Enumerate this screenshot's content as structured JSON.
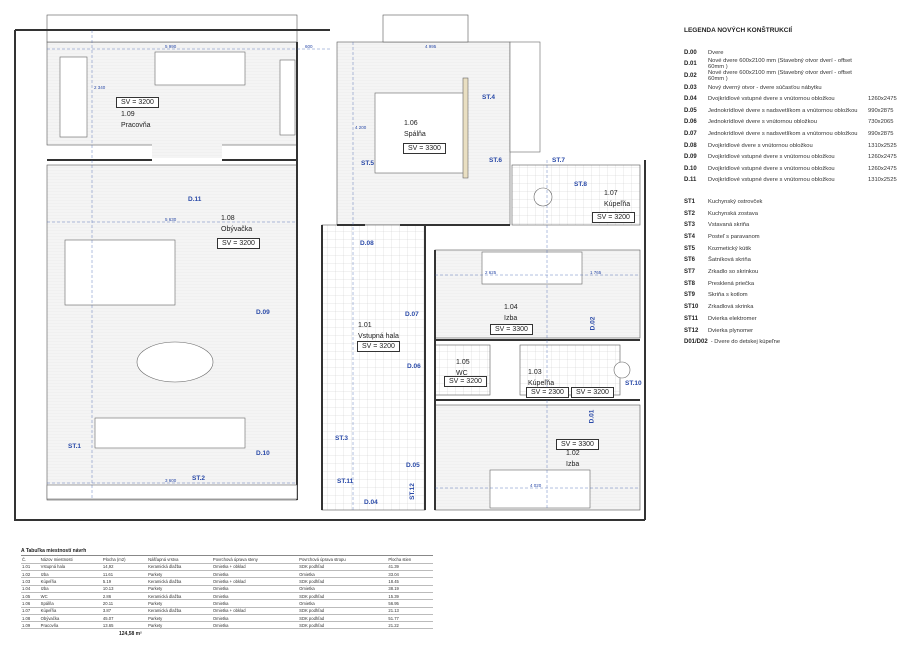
{
  "rooms": {
    "r109": {
      "num": "1.09",
      "name": "Pracovňa",
      "sv": "SV = 3200"
    },
    "r108": {
      "num": "1.08",
      "name": "Obývačka",
      "sv": "SV = 3200"
    },
    "r106": {
      "num": "1.06",
      "name": "Spálňa",
      "sv": "SV = 3300"
    },
    "r107": {
      "num": "1.07",
      "name": "Kúpeľňa",
      "sv": "SV = 3200"
    },
    "r101": {
      "num": "1.01",
      "name": "Vstupná hala",
      "sv": "SV = 3200"
    },
    "r104": {
      "num": "1.04",
      "name": "Izba",
      "sv": "SV = 3300"
    },
    "r105": {
      "num": "1.05",
      "name": "WC",
      "sv": "SV = 3200"
    },
    "r103": {
      "num": "1.03",
      "name": "Kúpeľňa",
      "sv": "SV = 2300",
      "sv2": "SV = 3200"
    },
    "r102": {
      "num": "1.02",
      "name": "Izba",
      "sv": "SV = 3300"
    }
  },
  "tags": {
    "st1": "ST.1",
    "st2": "ST.2",
    "st3": "ST.3",
    "st4": "ST.4",
    "st5": "ST.5",
    "st6": "ST.6",
    "st7": "ST.7",
    "st8": "ST.8",
    "st10": "ST.10",
    "st11": "ST.11",
    "st12": "ST.12",
    "d01": "D.01",
    "d02": "D.02",
    "d04": "D.04",
    "d05": "D.05",
    "d06": "D.06",
    "d07": "D.07",
    "d08": "D.08",
    "d09": "D.09",
    "d10": "D.10",
    "d11": "D.11"
  },
  "dims": {
    "a": "5 990",
    "b": "600",
    "c": "4 995",
    "d": "5 630",
    "e": "3 600",
    "f": "2 625",
    "g": "1 765",
    "h": "4 020",
    "i": "2 340",
    "j": "4 200"
  },
  "legend": {
    "title": "LEGENDA NOVÝCH KONŠTRUKCIÍ",
    "doors": [
      {
        "code": "D.00",
        "desc": "Dvere",
        "size": ""
      },
      {
        "code": "D.01",
        "desc": "Nové dvere 600x2100 mm (Stavebný otvor dverí - offset 60mm )",
        "size": ""
      },
      {
        "code": "D.02",
        "desc": "Nové dvere 600x2100 mm (Stavebný otvor dverí - offset 60mm )",
        "size": ""
      },
      {
        "code": "D.03",
        "desc": "Nový dverný otvor - dvere súčasťou nábytku",
        "size": ""
      },
      {
        "code": "D.04",
        "desc": "Dvojkrídlové vstupné dvere s vnútornou obložkou",
        "size": "1260x2475"
      },
      {
        "code": "D.05",
        "desc": "Jednokrídlové dvere s nadsvetlíkom a vnútornou obložkou",
        "size": "990x2875"
      },
      {
        "code": "D.06",
        "desc": "Jednokrídlové dvere s vnútornou obložkou",
        "size": "730x2065"
      },
      {
        "code": "D.07",
        "desc": "Jednokrídlové dvere s nadsvetlíkom a vnútornou obložkou",
        "size": "990x2875"
      },
      {
        "code": "D.08",
        "desc": "Dvojkrídlové dvere s vnútornou obložkou",
        "size": "1310x2525"
      },
      {
        "code": "D.09",
        "desc": "Dvojkrídlové vstupné dvere s vnútornou obložkou",
        "size": "1260x2475"
      },
      {
        "code": "D.10",
        "desc": "Dvojkrídlové vstupné dvere s vnútornou obložkou",
        "size": "1260x2475"
      },
      {
        "code": "D.11",
        "desc": "Dvojkrídlové vstupné dvere s vnútornou obložkou",
        "size": "1310x2525"
      }
    ],
    "items": [
      {
        "code": "ST1",
        "desc": "Kuchynský ostrovček"
      },
      {
        "code": "ST2",
        "desc": "Kuchynská zostava"
      },
      {
        "code": "ST3",
        "desc": "Vstavaná skriňa"
      },
      {
        "code": "ST4",
        "desc": "Posteľ s paravanom"
      },
      {
        "code": "ST5",
        "desc": "Kozmetický kútik"
      },
      {
        "code": "ST6",
        "desc": "Šatníková skriňa"
      },
      {
        "code": "ST7",
        "desc": "Zrkadlo so skrinkou"
      },
      {
        "code": "ST8",
        "desc": "Presklená priečka"
      },
      {
        "code": "ST9",
        "desc": "Skriňa s kotlom"
      },
      {
        "code": "ST10",
        "desc": "Zrkadlová skrinka"
      },
      {
        "code": "ST11",
        "desc": "Dvierka elektromer"
      },
      {
        "code": "ST12",
        "desc": "Dvierka plynomer"
      }
    ],
    "note_code": "D01/D02",
    "note_desc": "- Dvere do detskej kúpeľne"
  },
  "table": {
    "title": "A Tabuľka miestností návrh",
    "headers": [
      "Č.",
      "Názov miestnosti",
      "Plocha (m2)",
      "Nášľapná vrstva",
      "Povrchová úprava steny",
      "Povrchová úprava stropu",
      "Plocha stien"
    ],
    "rows": [
      [
        "1.01",
        "Vstupná hala",
        "14,92",
        "Keramická dlažba",
        "Omietka + obklad",
        "SDK podhľad",
        "41.39"
      ],
      [
        "1.02",
        "Izba",
        "11.61",
        "Parkety",
        "Omietka",
        "Omietka",
        "33.04"
      ],
      [
        "1.03",
        "Kúpeľňa",
        "5.19",
        "Keramická dlažba",
        "Omietka + obklad",
        "SDK podhľad",
        "18.45"
      ],
      [
        "1.04",
        "Izba",
        "10.13",
        "Parkety",
        "Omietka",
        "Omietka",
        "38.19"
      ],
      [
        "1.05",
        "WC",
        "2.86",
        "Keramická dlažba",
        "Omietka",
        "SDK podhľad",
        "15.39"
      ],
      [
        "1.06",
        "Spálňa",
        "20.11",
        "Parkety",
        "Omietka",
        "Omietka",
        "56.95"
      ],
      [
        "1.07",
        "Kúpeľňa",
        "3.87",
        "Keramická dlažba",
        "Omietka + obklad",
        "SDK podhľad",
        "21.13"
      ],
      [
        "1.08",
        "Obývačka",
        "45.07",
        "Parkety",
        "Omietka",
        "SDK podhľad",
        "51.77"
      ],
      [
        "1.09",
        "Pracovňa",
        "13.65",
        "Parkety",
        "Omietka",
        "SDK podhľad",
        "21.22"
      ]
    ],
    "total": "124,58 m²"
  }
}
